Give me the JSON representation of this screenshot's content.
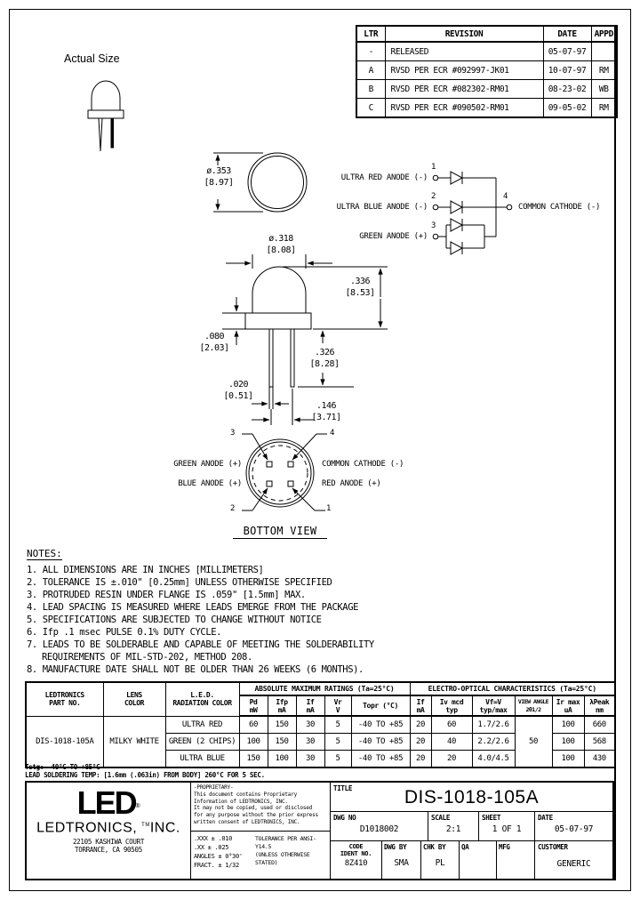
{
  "colors": {
    "ink": "#000000",
    "paper": "#ffffff"
  },
  "page": {
    "actual_size_label": "Actual Size",
    "bottom_view_title": "BOTTOM VIEW"
  },
  "revision_table": {
    "headers": {
      "ltr": "LTR",
      "revision": "REVISION",
      "date": "DATE",
      "appd": "APPD"
    },
    "rows": [
      {
        "ltr": "-",
        "revision": "RELEASED",
        "date": "05-07-97",
        "appd": ""
      },
      {
        "ltr": "A",
        "revision": "RVSD PER ECR #092997-JK01",
        "date": "10-07-97",
        "appd": "RM"
      },
      {
        "ltr": "B",
        "revision": "RVSD PER ECR #082302-RM01",
        "date": "08-23-02",
        "appd": "WB"
      },
      {
        "ltr": "C",
        "revision": "RVSD PER ECR #090502-RM01",
        "date": "09-05-02",
        "appd": "RM"
      }
    ]
  },
  "dimensions": {
    "top_diameter": "ø.353\n[8.97]",
    "lens_diameter": "ø.318\n[8.08]",
    "body_height": ".336\n[8.53]",
    "flange_thickness": ".080\n[2.03]",
    "lead_length": ".326\n[8.28]",
    "lead_width": ".020\n[0.51]",
    "lead_spacing": ".146\n[3.71]"
  },
  "schematic": {
    "pin1": "1",
    "pin2": "2",
    "pin3": "3",
    "pin4": "4",
    "ultra_red": "ULTRA RED ANODE (-)",
    "ultra_blue": "ULTRA BLUE ANODE (-)",
    "green": "GREEN ANODE (+)",
    "common": "COMMON CATHODE (-)"
  },
  "bottom_view": {
    "pin1": "1",
    "pin2": "2",
    "pin3": "3",
    "pin4": "4",
    "green": "GREEN ANODE (+)",
    "blue": "BLUE ANODE (+)",
    "common": "COMMON CATHODE (-)",
    "red": "RED ANODE (+)"
  },
  "notes": {
    "title": "NOTES:",
    "items": [
      "1. ALL DIMENSIONS ARE IN INCHES [MILLIMETERS]",
      "2. TOLERANCE IS ±.010\" [0.25mm] UNLESS OTHERWISE SPECIFIED",
      "3. PROTRUDED RESIN UNDER FLANGE IS .059\" [1.5mm] MAX.",
      "4. LEAD SPACING IS MEASURED WHERE LEADS EMERGE FROM THE PACKAGE",
      "5. SPECIFICATIONS ARE SUBJECTED TO CHANGE WITHOUT NOTICE",
      "6. Ifp .1 msec PULSE 0.1% DUTY CYCLE.",
      "7. LEADS TO BE SOLDERABLE AND CAPABLE OF MEETING THE SOLDERABILITY REQUIREMENTS OF MIL-STD-202, METHOD 208.",
      "8. MANUFACTURE DATE SHALL NOT BE OLDER THAN 26 WEEKS (6 MONTHS)."
    ]
  },
  "spec_table": {
    "abs_max_header": "ABSOLUTE MAXIMUM RATINGS (Ta=25°C)",
    "electro_header": "ELECTRO-OPTICAL CHARACTERISTICS (Ta=25°C)",
    "part_no_header": "LEDTRONICS\nPART NO.",
    "lens_header": "LENS\nCOLOR",
    "radiation_header": "L.E.D.\nRADIATION COLOR",
    "sub": {
      "pd": "Pd\nmW",
      "ifp": "Ifp\nmA",
      "if": "If\nmA",
      "vr": "Vr\nV",
      "topr": "Topr (°C)",
      "if2": "If\nmA",
      "iv": "Iv mcd\ntyp",
      "vf": "Vf=V\ntyp/max",
      "angle": "VIEW ANGLE\n2θ1/2",
      "ir": "Ir max\nuA",
      "peak": "λPeak\nnm"
    },
    "part_no": "DIS-1018-105A",
    "lens_color": "MILKY WHITE",
    "view_angle": "50",
    "rows": [
      {
        "color": "ULTRA RED",
        "pd": "60",
        "ifp": "150",
        "if": "30",
        "vr": "5",
        "topr": "-40 TO +85",
        "if2": "20",
        "iv": "60",
        "vf": "1.7/2.6",
        "ir": "100",
        "peak": "660"
      },
      {
        "color": "GREEN (2 CHIPS)",
        "pd": "100",
        "ifp": "150",
        "if": "30",
        "vr": "5",
        "topr": "-40 TO +85",
        "if2": "20",
        "iv": "40",
        "vf": "2.2/2.6",
        "ir": "100",
        "peak": "568"
      },
      {
        "color": "ULTRA BLUE",
        "pd": "150",
        "ifp": "100",
        "if": "30",
        "vr": "5",
        "topr": "-40 TO +85",
        "if2": "20",
        "iv": "20",
        "vf": "4.0/4.5",
        "ir": "100",
        "peak": "430"
      }
    ],
    "footnote1": "Tstg: -40°C TO +85°C",
    "footnote2": "LEAD SOLDERING TEMP: [1.6mm (.063in) FROM BODY] 260°C FOR 5 SEC."
  },
  "title_block": {
    "logo": "LED",
    "reg": "®",
    "tm": "TM",
    "company_a": "LEDTRONICS,",
    "company_b": "INC.",
    "address1": "22105 KASHIWA COURT",
    "address2": "TORRANCE, CA 90505",
    "proprietary": "-PROPRIETARY-\nThis document contains Proprietary\nInformation of LEDTRONICS, INC.\nIt may not be copied, used or disclosed\nfor any purpose without the prior express\nwritten consent of LEDTRONICS, INC.",
    "tol1": ".XXX ± .010",
    "tol2": ".XX ± .025",
    "tol3": "ANGLES ± 0°30'",
    "tol4": "FRACT. ± 1/32",
    "tol_note": "TOLERANCE PER ANSI-Y14.5\n(UNLESS OTHERWISE STATED)",
    "title_label": "TITLE",
    "title": "DIS-1018-105A",
    "dwg_no_label": "DWG NO",
    "dwg_no": "D1018002",
    "scale_label": "SCALE",
    "scale": "2:1",
    "sheet_label": "SHEET",
    "sheet": "1 OF 1",
    "date_label": "DATE",
    "date": "05-07-97",
    "code_label": "CODE\nIDENT NO.",
    "code": "8Z410",
    "dwg_by_label": "DWG BY",
    "dwg_by": "SMA",
    "chk_by_label": "CHK BY",
    "chk_by": "PL",
    "qa_label": "QA",
    "qa": "",
    "mfg_label": "MFG",
    "mfg": "",
    "customer_label": "CUSTOMER",
    "customer": "GENERIC"
  }
}
